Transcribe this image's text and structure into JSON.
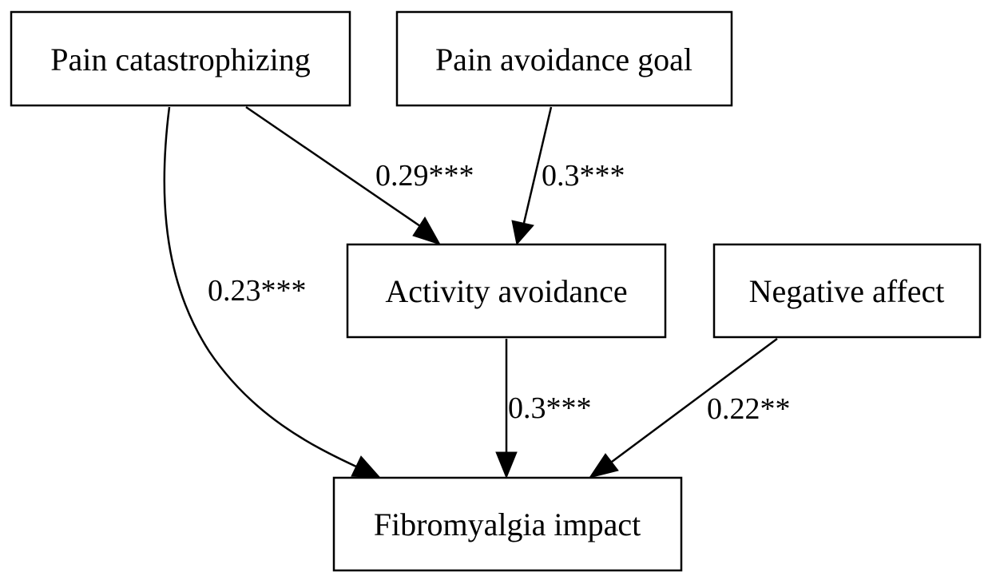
{
  "nodes": {
    "pain_catastrophizing": "Pain catastrophizing",
    "pain_avoidance_goal": "Pain avoidance goal",
    "activity_avoidance": "Activity avoidance",
    "negative_affect": "Negative affect",
    "fibromyalgia_impact": "Fibromyalgia impact"
  },
  "edges": [
    {
      "from": "Pain catastrophizing",
      "to": "Activity avoidance",
      "label": "0.29***"
    },
    {
      "from": "Pain avoidance goal",
      "to": "Activity avoidance",
      "label": "0.3***"
    },
    {
      "from": "Pain catastrophizing",
      "to": "Fibromyalgia impact",
      "label": "0.23***"
    },
    {
      "from": "Activity avoidance",
      "to": "Fibromyalgia impact",
      "label": "0.3***"
    },
    {
      "from": "Negative affect",
      "to": "Fibromyalgia impact",
      "label": "0.22**"
    }
  ]
}
